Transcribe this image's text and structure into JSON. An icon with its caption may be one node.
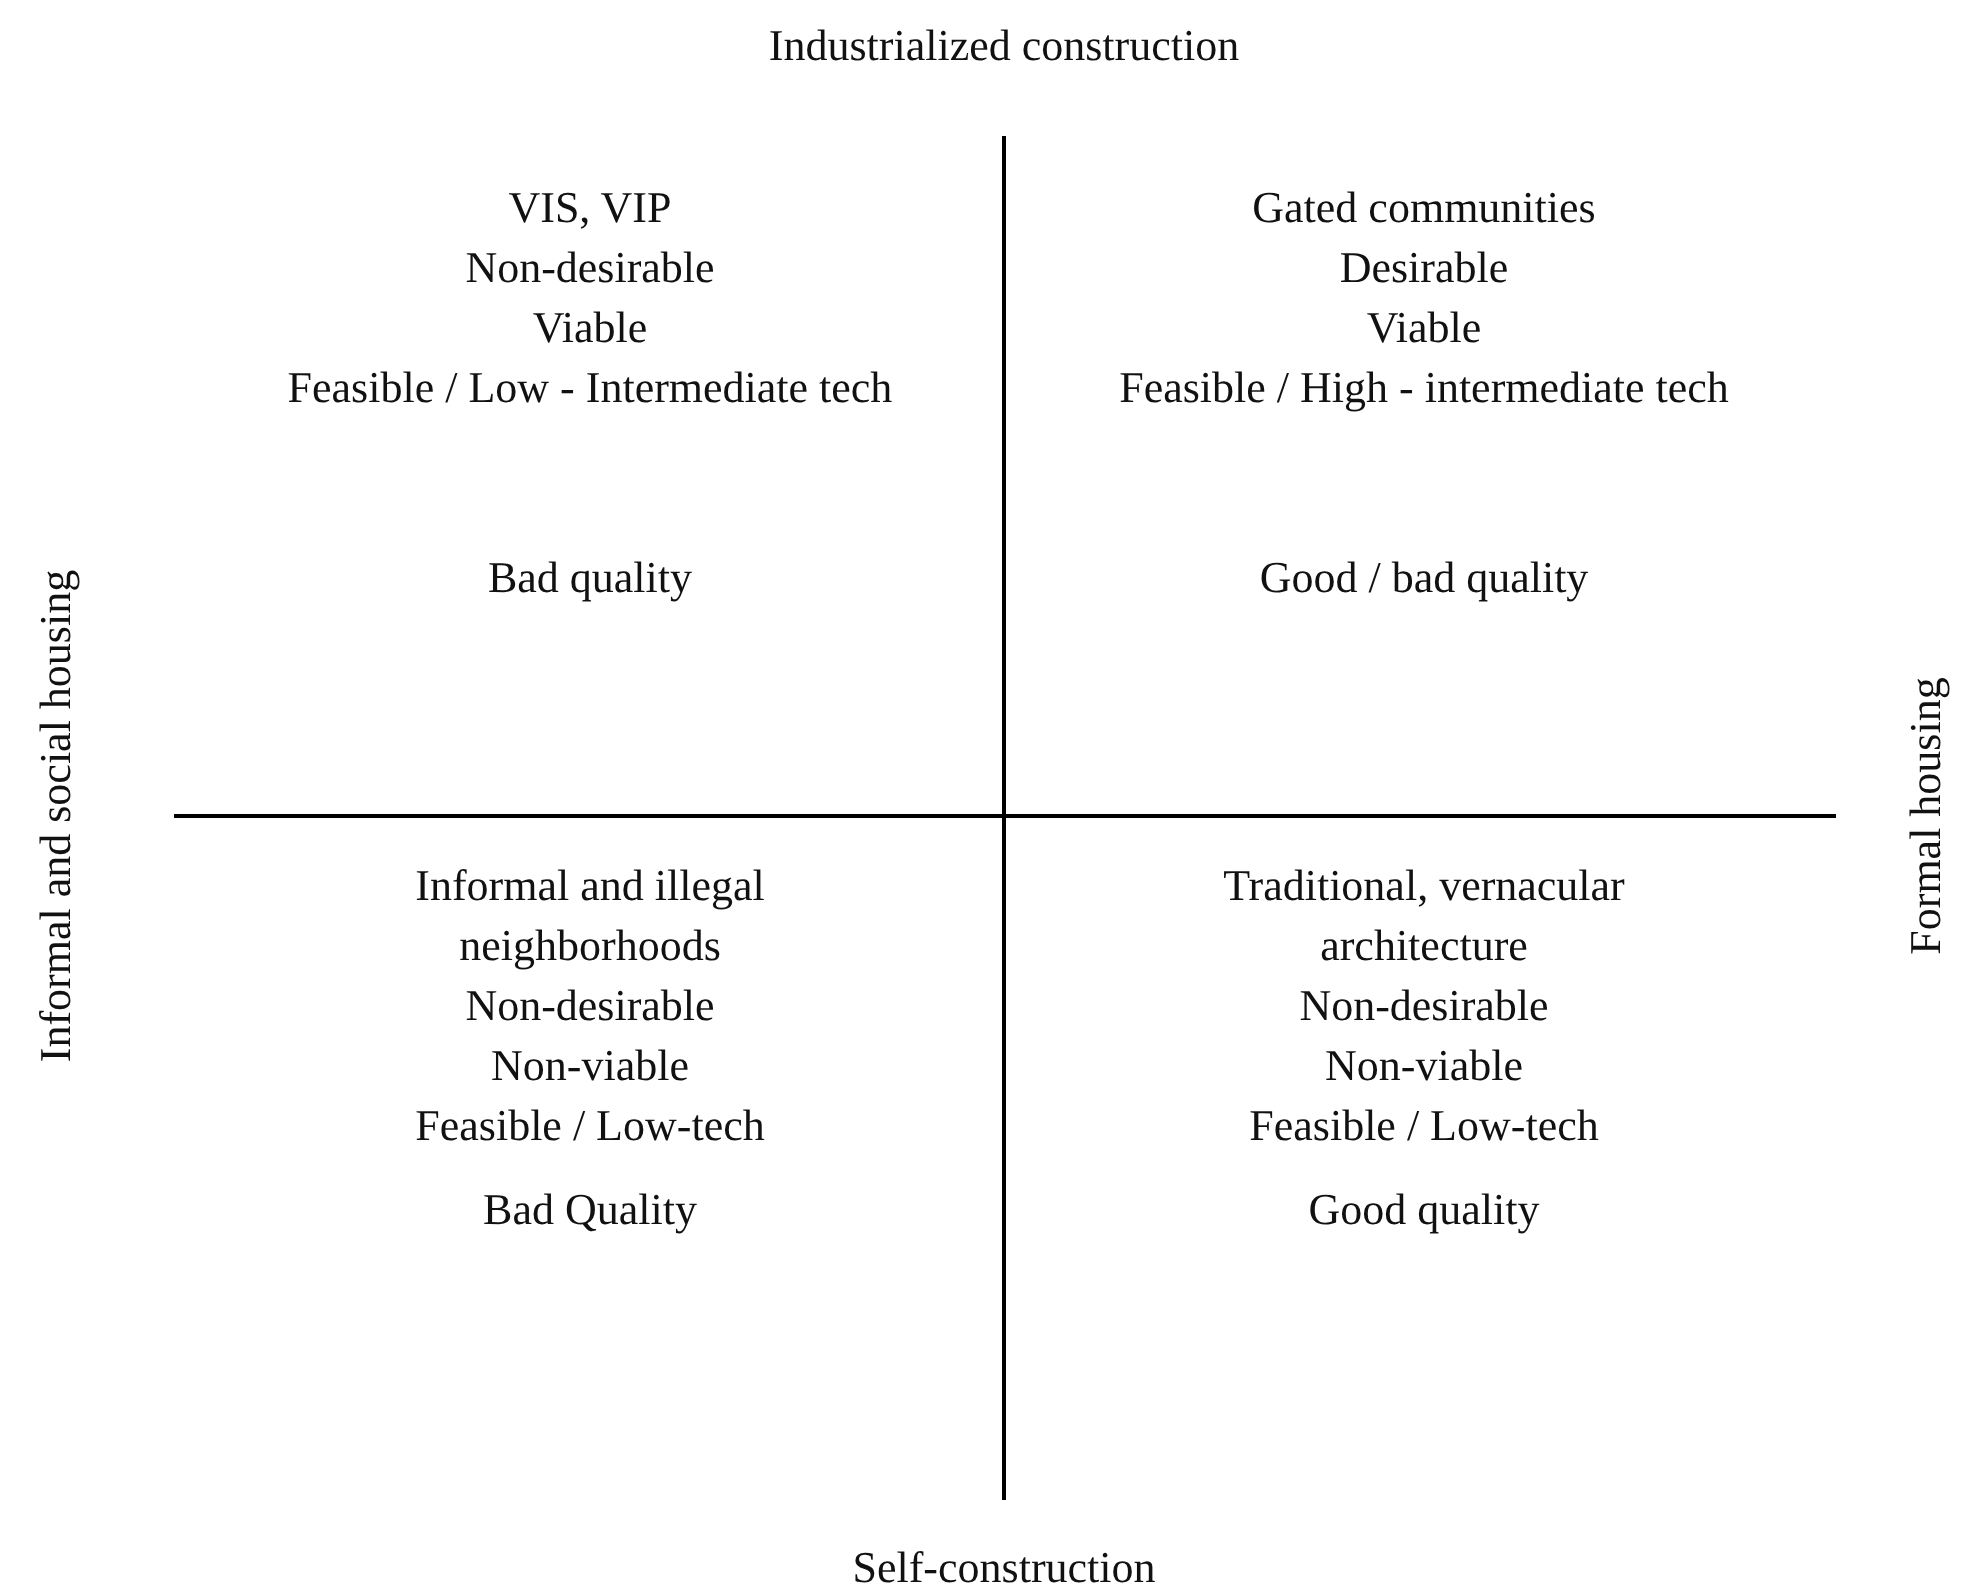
{
  "diagram": {
    "labels": [
      "Industrialized construction",
      "VIS, VIP",
      "Non-desirable",
      "Viable",
      "Feasible / Low - Intermediate tech",
      "Bad quality",
      "Gated communities",
      "Desirable",
      "Viable",
      "Feasible / High - intermediate tech",
      "Good / bad quality",
      "Informal and social housing",
      "Formal housing",
      "Informal and illegal neighborhoods",
      "Non-desirable",
      "Non-viable",
      "Feasible / Low-tech",
      "Bad Quality",
      "Traditional, vernacular architecture",
      "Non-desirable",
      "Non-viable",
      "Feasible / Low-tech",
      "Good quality",
      "Self-construction"
    ]
  }
}
